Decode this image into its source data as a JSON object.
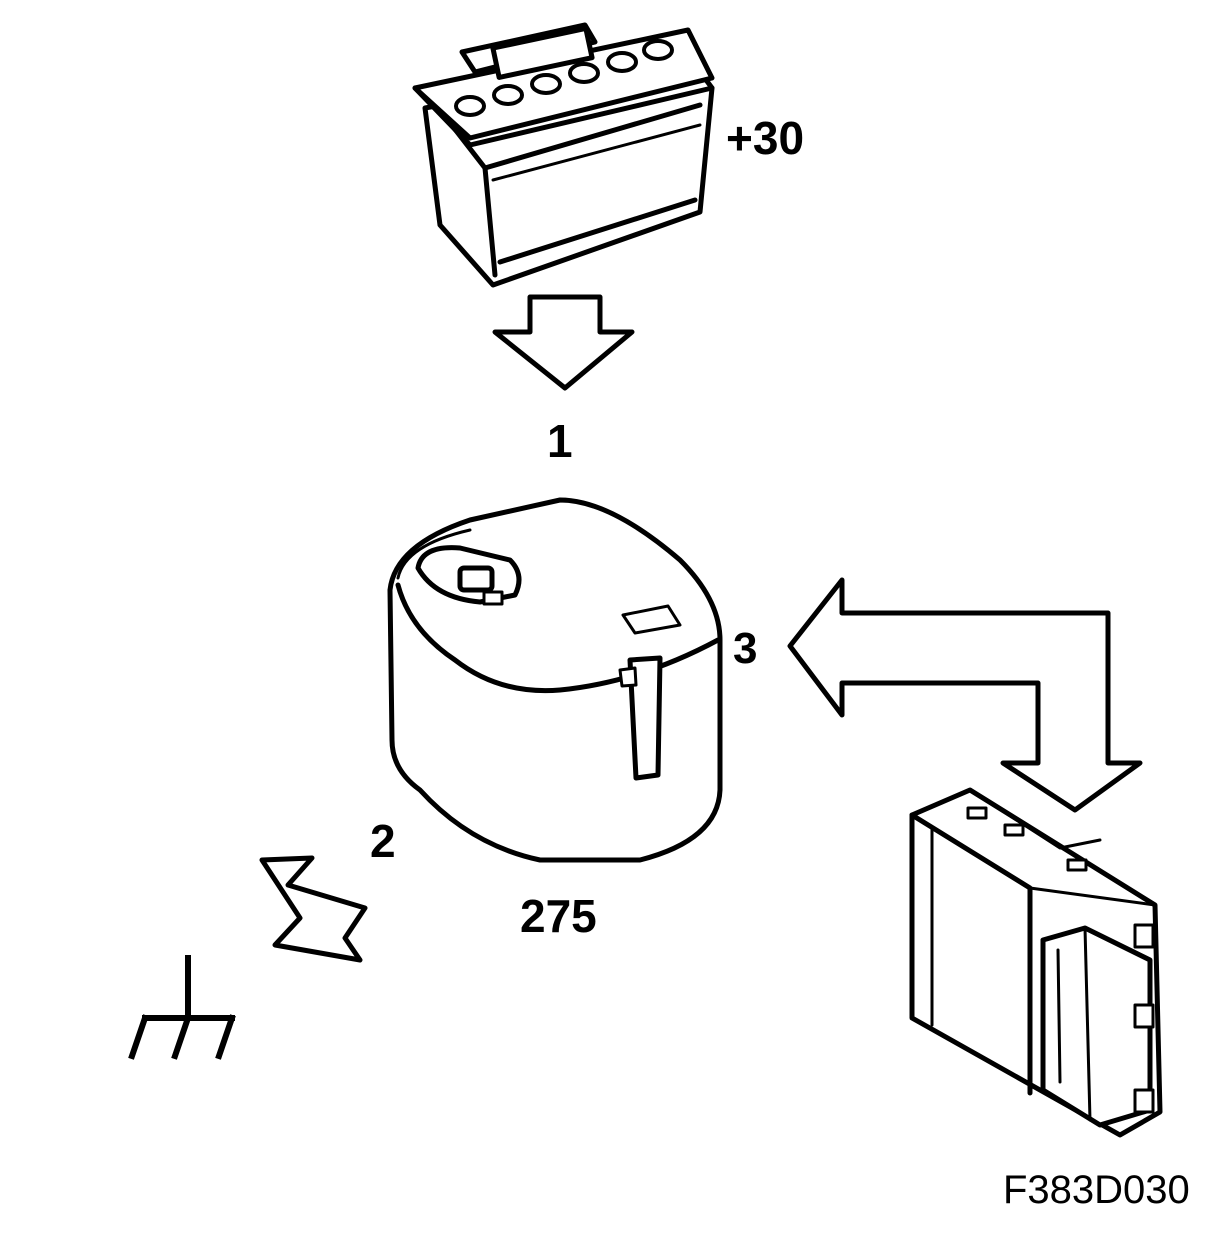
{
  "labels": {
    "battery_terminal": "+30",
    "pin_1": "1",
    "pin_2": "2",
    "pin_3": "3",
    "component_number": "275",
    "figure_code": "F383D030"
  },
  "colors": {
    "stroke": "#000000",
    "fill": "#ffffff"
  },
  "icons": {
    "battery": "car-battery-icon",
    "module": "relay-module-icon",
    "control_unit": "control-unit-icon",
    "ground": "ground-symbol-icon"
  }
}
